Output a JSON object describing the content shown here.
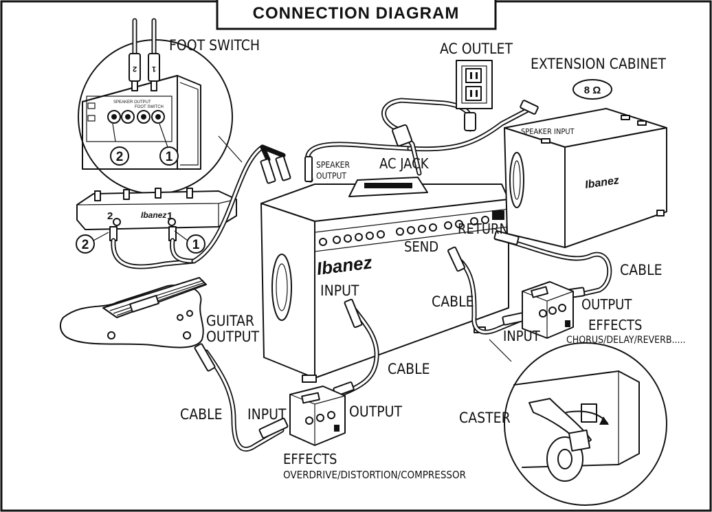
{
  "title": "CONNECTION DIAGRAM",
  "labels": {
    "foot_switch": "FOOT SWITCH",
    "ac_outlet": "AC OUTLET",
    "extension_cabinet": "EXTENSION CABINET",
    "impedance": "8 Ω",
    "speaker_input": "SPEAKER INPUT",
    "speaker_output_line1": "SPEAKER",
    "speaker_output_line2": "OUTPUT",
    "ac_jack": "AC JACK",
    "return": "RETURN",
    "send": "SEND",
    "cable_return": "CABLE",
    "cable_send": "CABLE",
    "cable_amp_input": "CABLE",
    "cable_guitar": "CABLE",
    "input_amp": "INPUT",
    "input_effects_top": "INPUT",
    "input_effects_bottom": "INPUT",
    "output_effects_top": "OUTPUT",
    "output_effects_bottom": "OUTPUT",
    "guitar_output_line1": "GUITAR",
    "guitar_output_line2": "OUTPUT",
    "effects_top_title": "EFFECTS",
    "effects_top_types": "CHORUS/DELAY/REVERB.....",
    "effects_bottom_title": "EFFECTS",
    "effects_bottom_types": "OVERDRIVE/DISTORTION/COMPRESSOR",
    "caster": "CASTER",
    "num_1": "1",
    "num_2": "2",
    "jack_plug_1": "1",
    "jack_plug_2": "2",
    "brand": "Ibanez",
    "panel_speaker_output": "SPEAKER OUTPUT",
    "panel_foot_switch": "FOOT SWITCH"
  }
}
